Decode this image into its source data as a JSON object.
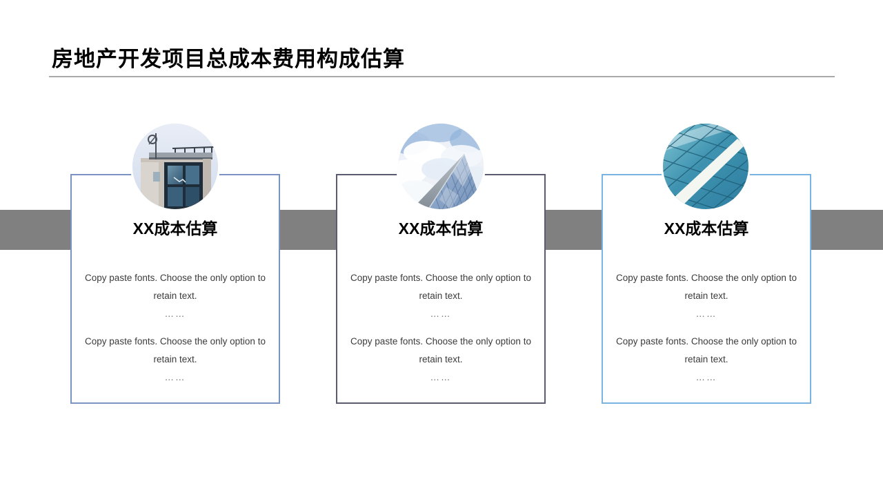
{
  "slide": {
    "title": "房地产开发项目总成本费用构成估算"
  },
  "colors": {
    "band": "#808080",
    "divider": "#a9a9a9",
    "card_borders": [
      "#7a92c4",
      "#5a5a70",
      "#79b3e1"
    ]
  },
  "cards": [
    {
      "title": "XX成本估算",
      "photo": "building-corner-photo",
      "paragraphs": [
        {
          "text": "Copy paste fonts. Choose the only option to retain text.",
          "ellipsis": "……"
        },
        {
          "text": "Copy paste fonts. Choose the only option to retain text.",
          "ellipsis": "……"
        }
      ]
    },
    {
      "title": "XX成本估算",
      "photo": "glass-tower-clouds-photo",
      "paragraphs": [
        {
          "text": "Copy paste fonts. Choose the only option to retain text.",
          "ellipsis": "……"
        },
        {
          "text": "Copy paste fonts. Choose the only option to retain text.",
          "ellipsis": "……"
        }
      ]
    },
    {
      "title": "XX成本估算",
      "photo": "teal-glass-facade-photo",
      "paragraphs": [
        {
          "text": "Copy paste fonts. Choose the only option to retain text.",
          "ellipsis": "……"
        },
        {
          "text": "Copy paste fonts. Choose the only option to retain text.",
          "ellipsis": "……"
        }
      ]
    }
  ]
}
